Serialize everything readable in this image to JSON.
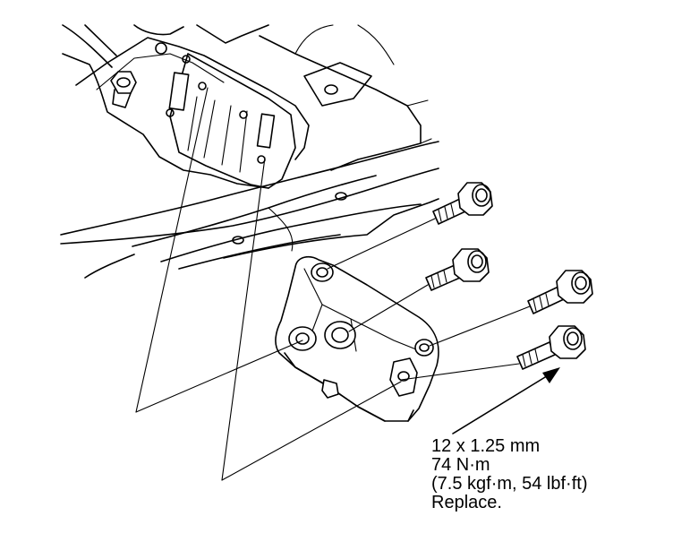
{
  "diagram": {
    "callout": {
      "size": "12 x 1.25 mm",
      "torque_nm": "74 N·m",
      "torque_alt": "(7.5 kgf·m, 54 lbf·ft)",
      "note": "Replace."
    }
  }
}
